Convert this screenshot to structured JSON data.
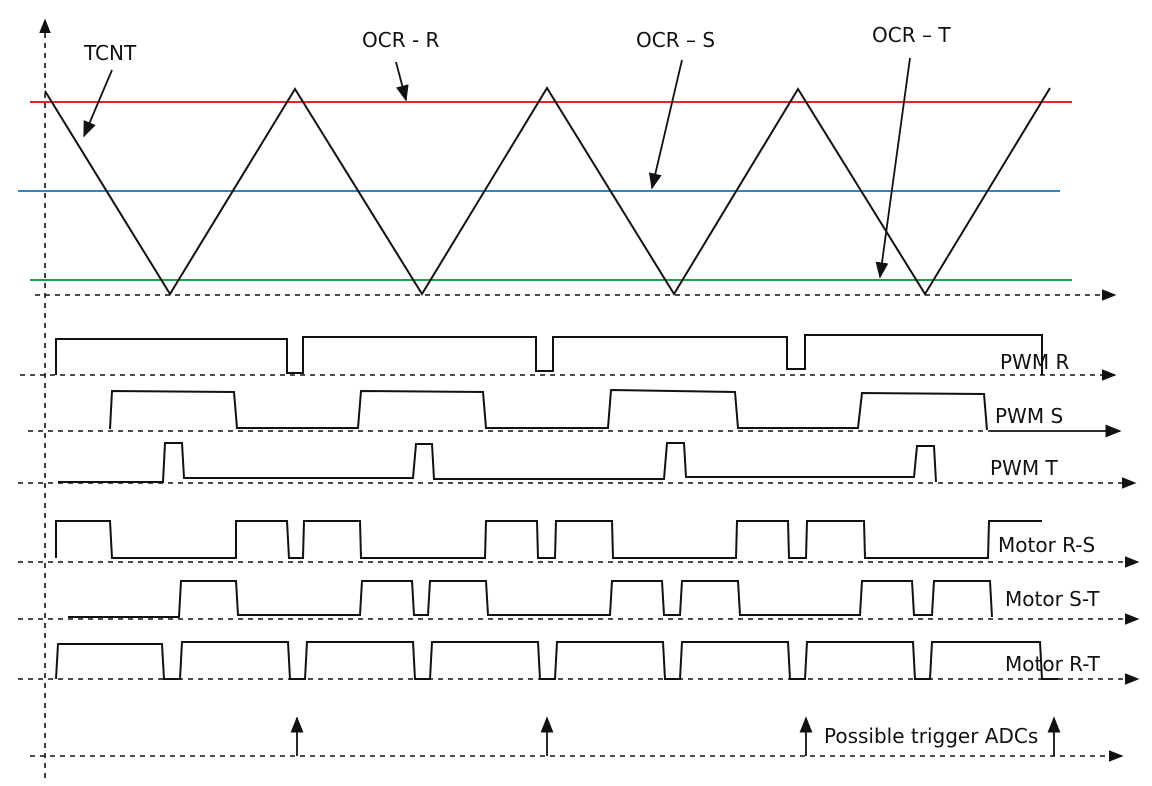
{
  "labels": {
    "tcnt": "TCNT",
    "ocr_r": "OCR - R",
    "ocr_s": "OCR – S",
    "ocr_t": "OCR – T",
    "pwm_r": "PWM R",
    "pwm_s": "PWM S",
    "pwm_t": "PWM T",
    "motor_rs": "Motor R-S",
    "motor_st": "Motor S-T",
    "motor_rt": "Motor R-T",
    "trigger": "Possible trigger ADCs"
  },
  "colors": {
    "ocr_r": "#e0262b",
    "ocr_s": "#2a86c6",
    "ocr_t": "#1ea04a",
    "trace": "#111111"
  }
}
